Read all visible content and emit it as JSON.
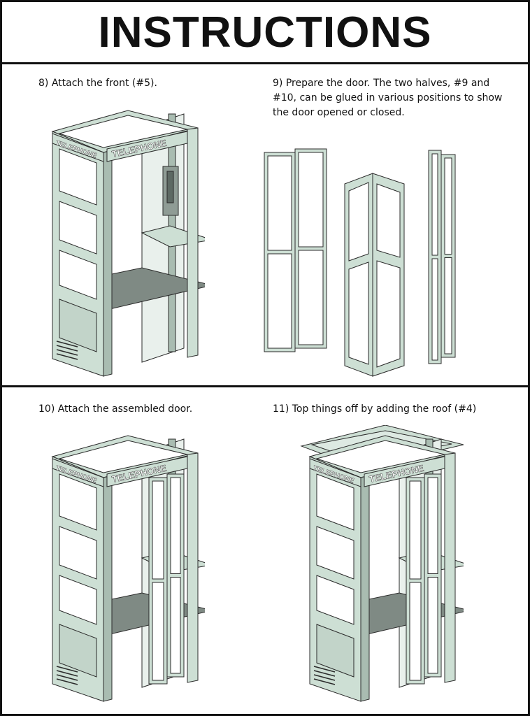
{
  "title": "INSTRUCTIONS",
  "steps": [
    {
      "text": "8) Attach the front (#5)."
    },
    {
      "text": "9) Prepare the door.  The two halves, #9 and #10, can be glued in various positions to show the door opened or closed."
    },
    {
      "text": "10) Attach the assembled door."
    },
    {
      "text": "11) Top things off by adding the roof (#4)"
    }
  ],
  "sign_text": "TELEPHONE",
  "colors": {
    "model": "#cddfd4",
    "shade": "#a9bcb1",
    "line": "#2b2b2b"
  }
}
